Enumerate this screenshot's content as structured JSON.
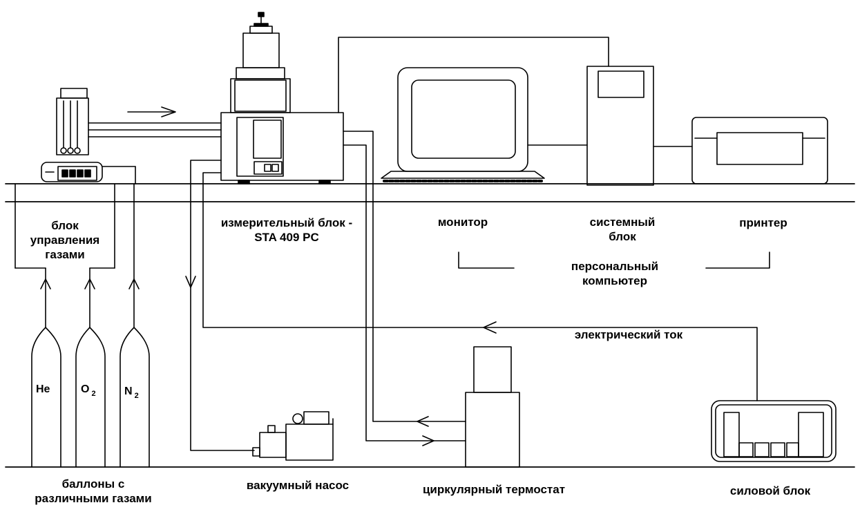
{
  "labels": {
    "gas_control_l1": "блок",
    "gas_control_l2": "управления",
    "gas_control_l3": "газами",
    "measuring_l1": "измерительный блок -",
    "measuring_l2": "STA 409 PC",
    "monitor": "монитор",
    "system_unit_l1": "системный",
    "system_unit_l2": "блок",
    "printer": "принтер",
    "pc_l1": "персональный",
    "pc_l2": "компьютер",
    "current": "электрический ток",
    "cylinders_l1": "баллоны с",
    "cylinders_l2": "различными газами",
    "vacuum_pump": "вакуумный насос",
    "thermostat": "циркулярный термостат",
    "power_unit": "силовой блок"
  },
  "gases": {
    "he": "He",
    "o_symbol": "O",
    "o_sub": "2",
    "n_symbol": "N",
    "n_sub": "2"
  },
  "colors": {
    "ink": "#000000",
    "paper": "#ffffff"
  }
}
